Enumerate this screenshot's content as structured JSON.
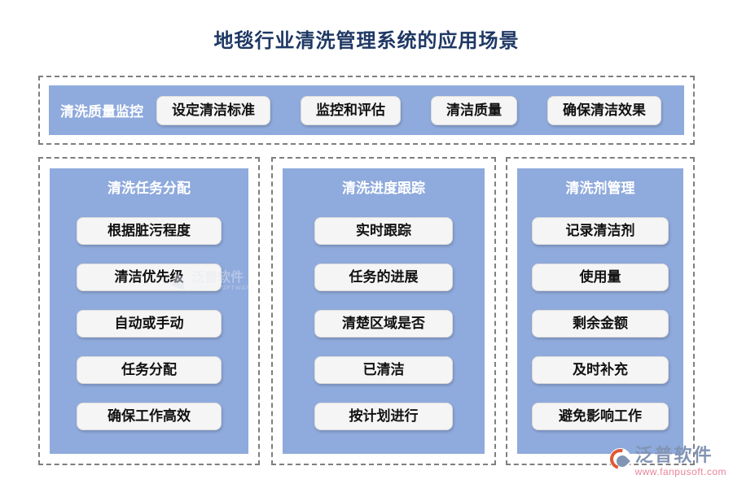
{
  "title": "地毯行业清洗管理系统的应用场景",
  "quality_row": {
    "label": "清洗质量监控",
    "buttons": [
      "设定清洁标准",
      "监控和评估",
      "清洁质量",
      "确保清洁效果"
    ]
  },
  "columns": [
    {
      "header": "清洗任务分配",
      "items": [
        "根据脏污程度",
        "清洁优先级",
        "自动或手动",
        "任务分配",
        "确保工作高效"
      ]
    },
    {
      "header": "清洗进度跟踪",
      "items": [
        "实时跟踪",
        "任务的进展",
        "清楚区域是否",
        "已清洁",
        "按计划进行"
      ]
    },
    {
      "header": "清洗剂管理",
      "items": [
        "记录清洁剂",
        "使用量",
        "剩余金额",
        "及时补充",
        "避免影响工作"
      ]
    }
  ],
  "watermark": {
    "name": "泛普软件",
    "subtitle": "FANPU SOFTWARE"
  },
  "brand": {
    "name": "泛普软件",
    "website": "www.fanpusoft.com"
  },
  "colors": {
    "title_navy": "#1F3864",
    "panel_blue": "#8FAADC",
    "pill_background": "#F5F5F5",
    "dash_gray": "#7F7F7F",
    "brand_blue": "#8294B4",
    "brand_pink": "#E9849B",
    "brand_orange": "#DE5A36"
  }
}
